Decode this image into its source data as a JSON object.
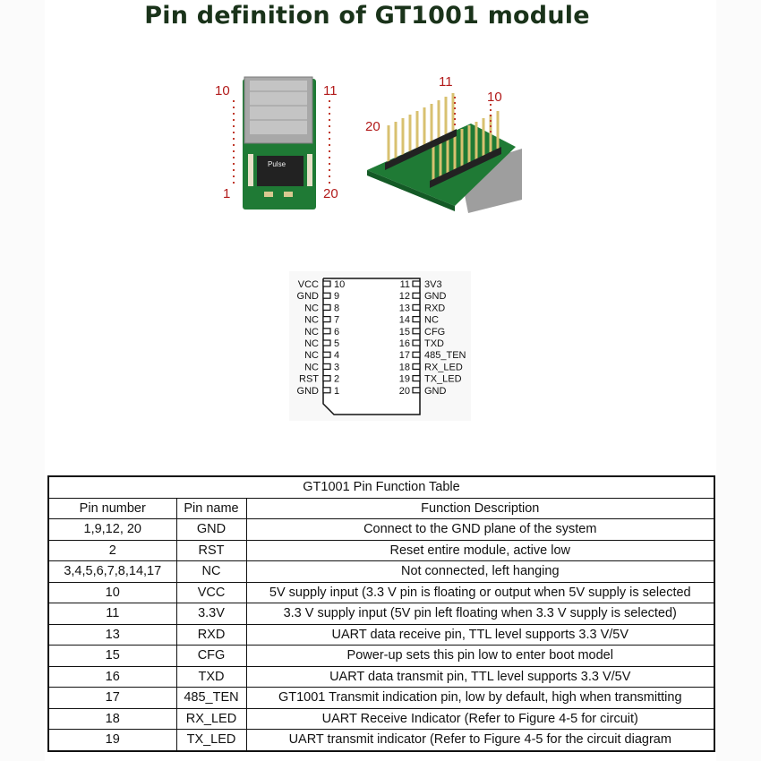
{
  "title": "Pin definition of GT1001 module",
  "photos": {
    "front_labels": {
      "top_left": "10",
      "top_right": "11",
      "bottom_left": "1",
      "bottom_right": "20"
    },
    "angle_labels": {
      "left": "20",
      "top": "11",
      "right": "10"
    },
    "chip_text": "Pulse"
  },
  "schematic": {
    "left_pins": [
      {
        "name": "VCC",
        "num": "10"
      },
      {
        "name": "GND",
        "num": "9"
      },
      {
        "name": "NC",
        "num": "8"
      },
      {
        "name": "NC",
        "num": "7"
      },
      {
        "name": "NC",
        "num": "6"
      },
      {
        "name": "NC",
        "num": "5"
      },
      {
        "name": "NC",
        "num": "4"
      },
      {
        "name": "NC",
        "num": "3"
      },
      {
        "name": "RST",
        "num": "2"
      },
      {
        "name": "GND",
        "num": "1"
      }
    ],
    "right_pins": [
      {
        "name": "3V3",
        "num": "11"
      },
      {
        "name": "GND",
        "num": "12"
      },
      {
        "name": "RXD",
        "num": "13"
      },
      {
        "name": "NC",
        "num": "14"
      },
      {
        "name": "CFG",
        "num": "15"
      },
      {
        "name": "TXD",
        "num": "16"
      },
      {
        "name": "485_TEN",
        "num": "17"
      },
      {
        "name": "RX_LED",
        "num": "18"
      },
      {
        "name": "TX_LED",
        "num": "19"
      },
      {
        "name": "GND",
        "num": "20"
      }
    ]
  },
  "table": {
    "caption": "GT1001 Pin Function Table",
    "headers": [
      "Pin number",
      "Pin name",
      "Function Description"
    ],
    "rows": [
      [
        "1,9,12, 20",
        "GND",
        "Connect to the GND plane of the system"
      ],
      [
        "2",
        "RST",
        "Reset entire module, active low"
      ],
      [
        "3,4,5,6,7,8,14,17",
        "NC",
        "Not connected, left hanging"
      ],
      [
        "10",
        "VCC",
        "5V supply input (3.3 V pin is floating or output when 5V supply is selected"
      ],
      [
        "11",
        "3.3V",
        "3.3 V supply input (5V pin left floating when 3.3 V supply is selected)"
      ],
      [
        "13",
        "RXD",
        "UART data receive pin, TTL level supports 3.3 V/5V"
      ],
      [
        "15",
        "CFG",
        "Power-up sets this pin low to enter boot model"
      ],
      [
        "16",
        "TXD",
        "UART data transmit pin, TTL level supports 3.3 V/5V"
      ],
      [
        "17",
        "485_TEN",
        "GT1001 Transmit indication pin, low by default, high when transmitting"
      ],
      [
        "18",
        "RX_LED",
        "UART Receive Indicator (Refer to Figure 4-5 for circuit)"
      ],
      [
        "19",
        "TX_LED",
        "UART transmit indicator (Refer to Figure 4-5 for the circuit diagram"
      ]
    ]
  }
}
